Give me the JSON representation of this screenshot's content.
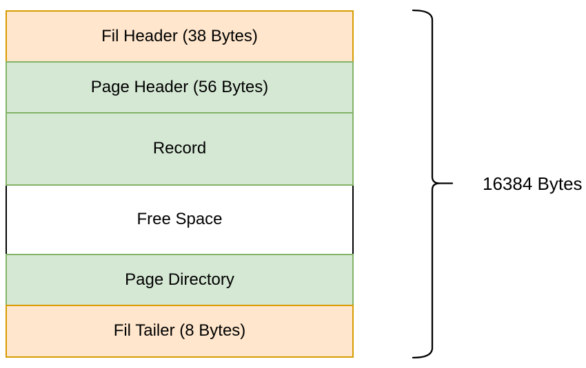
{
  "diagram": {
    "type": "block-stack-diagram",
    "subject": "InnoDB page layout",
    "blocks": [
      {
        "label": "Fil Header (38 Bytes)",
        "fill": "#FFE6CC",
        "stroke": "#D79B00"
      },
      {
        "label": "Page Header (56 Bytes)",
        "fill": "#D5E8D4",
        "stroke": "#82B366"
      },
      {
        "label": "Record",
        "fill": "#FFFFFF",
        "stroke": "#82B366"
      },
      {
        "label": "Free Space",
        "fill": "#FFFFFF",
        "stroke": "#000000"
      },
      {
        "label": "Page Directory",
        "fill": "#D5E8D4",
        "stroke": "#82B366"
      },
      {
        "label": "Fil Tailer (8 Bytes)",
        "fill": "#FFE6CC",
        "stroke": "#D79B00"
      }
    ],
    "block_fills": {
      "orange": "#FFE6CC",
      "green": "#D5E8D4",
      "white": "#FFFFFF"
    },
    "block_strokes": {
      "orange": "#D79B00",
      "green": "#82B366",
      "black": "#000000"
    },
    "brace": {
      "label": "16384 Bytes",
      "color": "#000000"
    },
    "text_color": "#000000",
    "background": "#FFFFFF"
  }
}
